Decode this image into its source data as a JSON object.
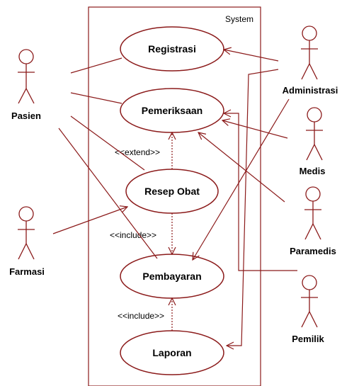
{
  "diagram": {
    "system_label": "System",
    "colors": {
      "stroke": "#8b1a1a",
      "text": "#000000",
      "background": "#ffffff"
    },
    "use_cases": {
      "registrasi": "Registrasi",
      "pemeriksaan": "Pemeriksaan",
      "resep_obat": "Resep Obat",
      "pembayaran": "Pembayaran",
      "laporan": "Laporan"
    },
    "actors": {
      "pasien": "Pasien",
      "farmasi": "Farmasi",
      "administrasi": "Administrasi",
      "medis": "Medis",
      "paramedis": "Paramedis",
      "pemilik": "Pemilik"
    },
    "relationships": {
      "extend": "<<extend>>",
      "include_resep": "<<include>>",
      "include_laporan": "<<include>>"
    }
  }
}
